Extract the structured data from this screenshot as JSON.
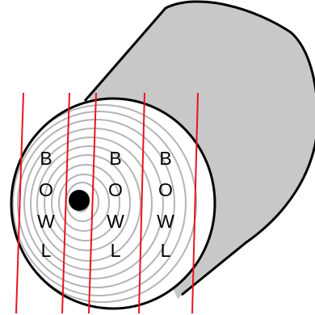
{
  "diagram": {
    "words": [
      {
        "id": "left",
        "letters": [
          "B",
          "O",
          "W",
          "L"
        ]
      },
      {
        "id": "middle",
        "letters": [
          "B",
          "O",
          "W",
          "L"
        ]
      },
      {
        "id": "right",
        "letters": [
          "B",
          "O",
          "W",
          "L"
        ]
      }
    ],
    "colors": {
      "log_body": "#c8c8c8",
      "outline": "#000000",
      "growth_rings": "#b4b4b4",
      "cut_lines": "#e8141e",
      "pith": "#000000",
      "end_face": "#ffffff"
    }
  }
}
